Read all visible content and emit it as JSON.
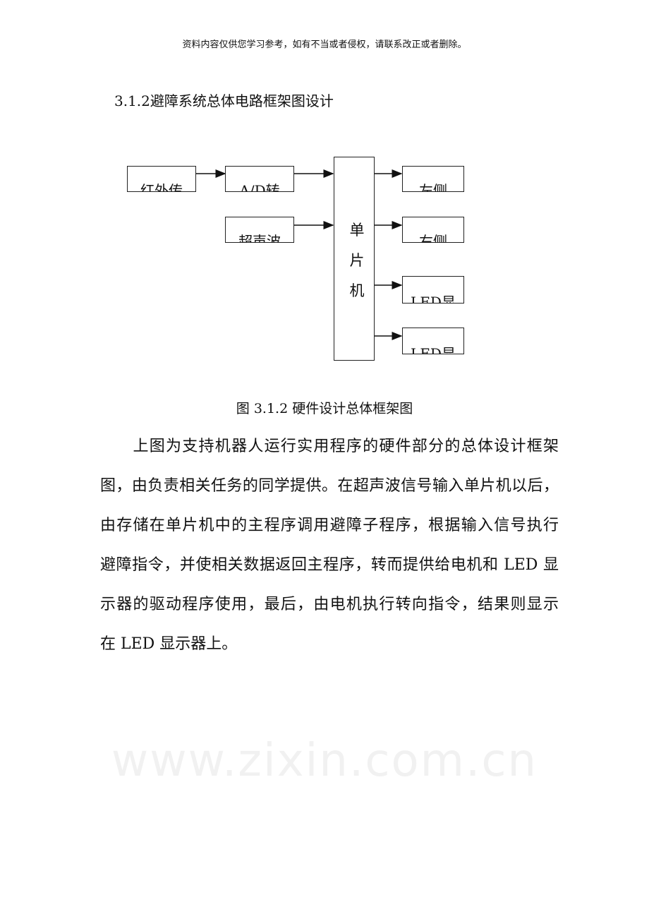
{
  "header_note": "资料内容仅供您学习参考，如有不当或者侵权，请联系改正或者删除。",
  "watermark": "www.zixin.com.cn",
  "section_heading": "3.1.2避障系统总体电路框架图设计",
  "diagram": {
    "inputs": [
      "红外传",
      "A/D转",
      "超声波"
    ],
    "mcu": "单片机",
    "outputs": [
      "左侧",
      "右侧",
      "LED显",
      "LED显"
    ]
  },
  "caption": "图 3.1.2 硬件设计总体框架图",
  "body_lines": [
    "　　上图为支持机器人运行实用程序的硬件部分的总体设计框架",
    "图，由负责相关任务的同学提供。在超声波信号输入单片机以后，",
    "由存储在单片机中的主程序调用避障子程序，根据输入信号执行",
    "避障指令，并使相关数据返回主程序，转而提供给电机和 LED 显",
    "示器的驱动程序使用，最后，由电机执行转向指令，结果则显示",
    "在 LED 显示器上。"
  ]
}
